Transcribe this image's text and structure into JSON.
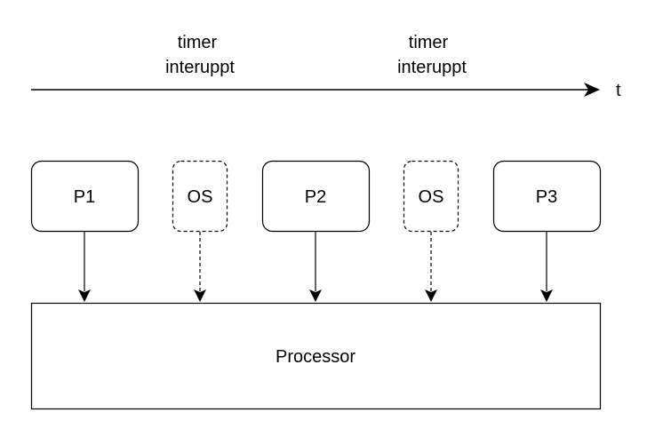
{
  "timeline": {
    "axis_label": "t",
    "interrupts": [
      {
        "line1": "timer",
        "line2": "interuppt"
      },
      {
        "line1": "timer",
        "line2": "interuppt"
      }
    ]
  },
  "tasks": [
    {
      "label": "P1",
      "kind": "process"
    },
    {
      "label": "OS",
      "kind": "os"
    },
    {
      "label": "P2",
      "kind": "process"
    },
    {
      "label": "OS",
      "kind": "os"
    },
    {
      "label": "P3",
      "kind": "process"
    }
  ],
  "processor": {
    "label": "Processor"
  }
}
